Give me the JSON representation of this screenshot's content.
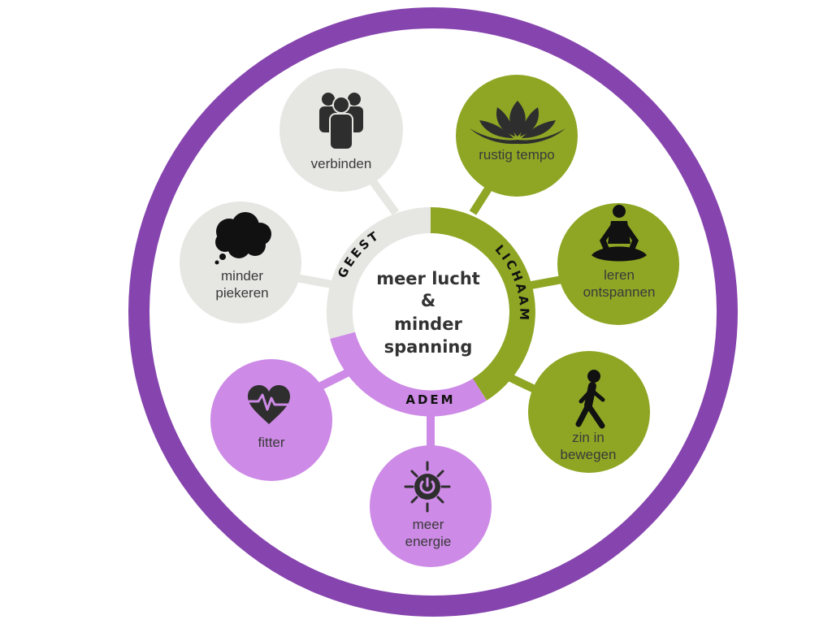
{
  "center": {
    "lines": [
      "meer lucht",
      "&",
      "minder",
      "spanning"
    ]
  },
  "segments": {
    "geest": "GEEST",
    "lichaam": "LICHAAM",
    "adem": "ADEM"
  },
  "nodes": {
    "verbinden": {
      "lines": [
        "verbinden"
      ],
      "icon": "people-group-icon"
    },
    "minder_piekeren": {
      "lines": [
        "minder",
        "piekeren"
      ],
      "icon": "thought-cloud-icon"
    },
    "rustig_tempo": {
      "lines": [
        "rustig tempo"
      ],
      "icon": "lotus-flower-icon"
    },
    "leren_ontspannen": {
      "lines": [
        "leren",
        "ontspannen"
      ],
      "icon": "meditation-icon"
    },
    "zin_in_bewegen": {
      "lines": [
        "zin in",
        "bewegen"
      ],
      "icon": "walking-person-icon"
    },
    "meer_energie": {
      "lines": [
        "meer",
        "energie"
      ],
      "icon": "power-sun-icon"
    },
    "fitter": {
      "lines": [
        "fitter"
      ],
      "icon": "heartbeat-icon"
    }
  },
  "colors": {
    "outer_ring": "#8645ae",
    "geest": "#e6e6e3",
    "lichaam": "#8ea624",
    "adem": "#cd8ae6",
    "icon": "#2e2e2e"
  }
}
